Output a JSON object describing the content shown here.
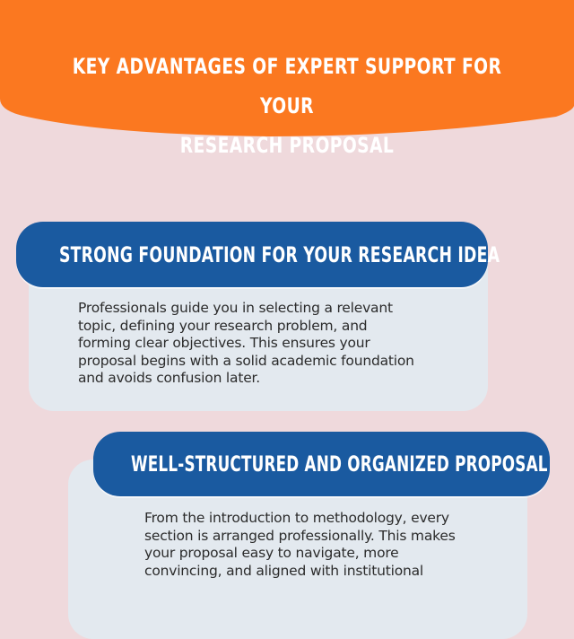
{
  "header": {
    "title_line1": "Key Advantages of Expert Support for Your",
    "title_line2": "Research Proposal",
    "color": "#fb7820"
  },
  "sections": [
    {
      "heading": "Strong Foundation for Your Research Idea",
      "lines": [
        "Professionals guide you in selecting a relevant",
        "topic, defining your research problem, and",
        "forming clear objectives. This ensures your",
        "proposal begins with a solid academic foundation",
        "and avoids confusion later."
      ]
    },
    {
      "heading": "Well-Structured and Organized Proposal",
      "lines": [
        "From the introduction to methodology, every",
        "section is arranged professionally. This makes",
        "your proposal easy to navigate, more",
        "convincing, and aligned with institutional"
      ]
    }
  ],
  "colors": {
    "background": "#efd9dc",
    "heading_pill": "#1a5aa0",
    "card": "#e3e9ef",
    "text": "#2b2b2b"
  }
}
